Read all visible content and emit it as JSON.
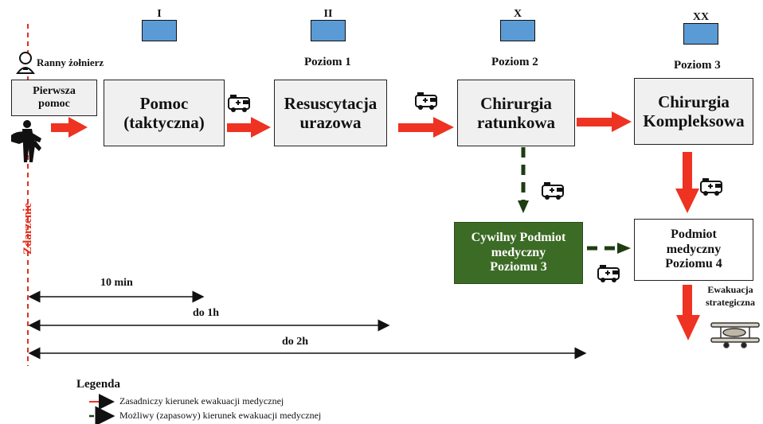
{
  "event_label": "Zdarzenie",
  "soldier_label": "Ranny żołnierz",
  "boxes": {
    "first_aid": "Pierwsza\npomoc",
    "tactical": "Pomoc\n(taktyczna)",
    "resuscitation": "Resuscytacja\nurazowa",
    "surgery_rescue": "Chirurgia\nratunkowa",
    "surgery_complex": "Chirurgia\nKompleksowa",
    "civil": "Cywilny Podmiot\nmedyczny\nPoziomu 3",
    "level4": "Podmiot\nmedyczny\nPoziomu 4"
  },
  "levels": {
    "l1": "Poziom 1",
    "l2": "Poziom 2",
    "l3": "Poziom 3"
  },
  "flag_marks": [
    "I",
    "II",
    "X",
    "XX"
  ],
  "strategic_evac": "Ewakuacja\nstrategiczna",
  "timeline": {
    "t1": "10 min",
    "t2": "do 1h",
    "t3": "do 2h"
  },
  "legend": {
    "title": "Legenda",
    "primary": "Zasadniczy kierunek ewakuacji medycznej",
    "alternate": "Możliwy (zapasowy) kierunek ewakuacji medycznej"
  },
  "colors": {
    "primary_arrow": "#ee3322",
    "alternate_arrow": "#1e3d12",
    "civil_box": "#3c6b25",
    "flag": "#5b9bd5",
    "event_line": "#e03020"
  },
  "icons": [
    "soldier-icon",
    "wounded-carry-icon",
    "ambulance-icon",
    "biplane-icon"
  ]
}
